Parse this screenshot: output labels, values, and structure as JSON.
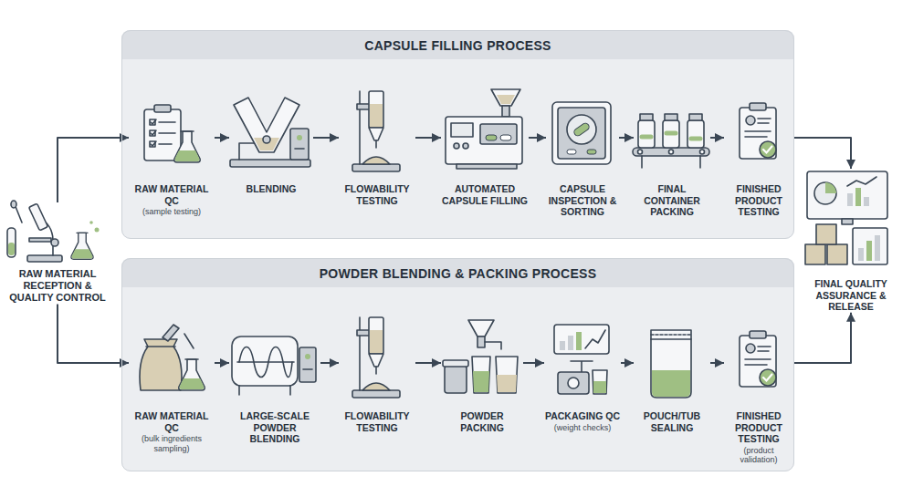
{
  "diagram": {
    "nodes": [
      {
        "text": [
          "RAW MATERIAL RECEPTION & QUALITY CONTROL"
        ]
      },
      {
        "text": [
          "CAPSULE FILLING PROCESS"
        ]
      },
      {
        "text": [
          "RAW MATERIAL QC",
          "(sample testing)"
        ],
        "in": 1
      },
      {
        "text": [
          "BLENDING"
        ],
        "in": 1
      },
      {
        "text": [
          "FLOWABILITY TESTING"
        ],
        "in": 1
      },
      {
        "text": [
          "AUTOMATED CAPSULE FILLING"
        ],
        "in": 1
      },
      {
        "text": [
          "CAPSULE INSPECTION & SORTING"
        ],
        "in": 1
      },
      {
        "text": [
          "FINAL CONTAINER PACKING"
        ],
        "in": 1
      },
      {
        "text": [
          "FINISHED PRODUCT TESTING"
        ],
        "in": 1
      },
      {
        "text": [
          "POWDER BLENDING & PACKING PROCESS"
        ]
      },
      {
        "text": [
          "RAW MATERIAL QC",
          "(bulk ingredients sampling)"
        ],
        "in": 9
      },
      {
        "text": [
          "LARGE-SCALE POWDER BLENDING"
        ],
        "in": 9
      },
      {
        "text": [
          "FLOWABILITY TESTING"
        ],
        "in": 9
      },
      {
        "text": [
          "POWDER PACKING"
        ],
        "in": 9
      },
      {
        "text": [
          "PACKAGING QC",
          "(weight checks)"
        ],
        "in": 9
      },
      {
        "text": [
          "POUCH/TUB SEALING"
        ],
        "in": 9
      },
      {
        "text": [
          "FINISHED PRODUCT TESTING",
          "(product validation)"
        ],
        "in": 9
      },
      {
        "text": [
          "FINAL QUALITY ASSURANCE & RELEASE"
        ]
      }
    ],
    "edges": [
      {
        "from": 0,
        "to": 2,
        "arrow": "to"
      },
      {
        "from": 2,
        "to": 3,
        "arrow": "to"
      },
      {
        "from": 3,
        "to": 4,
        "arrow": "to"
      },
      {
        "from": 4,
        "to": 5,
        "arrow": "to"
      },
      {
        "from": 5,
        "to": 6,
        "arrow": "to"
      },
      {
        "from": 6,
        "to": 7,
        "arrow": "to"
      },
      {
        "from": 7,
        "to": 8,
        "arrow": "to"
      },
      {
        "from": 8,
        "to": 17,
        "arrow": "to"
      },
      {
        "from": 0,
        "to": 10,
        "arrow": "to"
      },
      {
        "from": 10,
        "to": 11,
        "arrow": "to"
      },
      {
        "from": 11,
        "to": 12,
        "arrow": "to"
      },
      {
        "from": 12,
        "to": 13,
        "arrow": "to"
      },
      {
        "from": 13,
        "to": 14,
        "arrow": "to"
      },
      {
        "from": 14,
        "to": 15,
        "arrow": "to"
      },
      {
        "from": 15,
        "to": 16,
        "arrow": "to"
      },
      {
        "from": 16,
        "to": 17,
        "arrow": "to"
      }
    ]
  }
}
